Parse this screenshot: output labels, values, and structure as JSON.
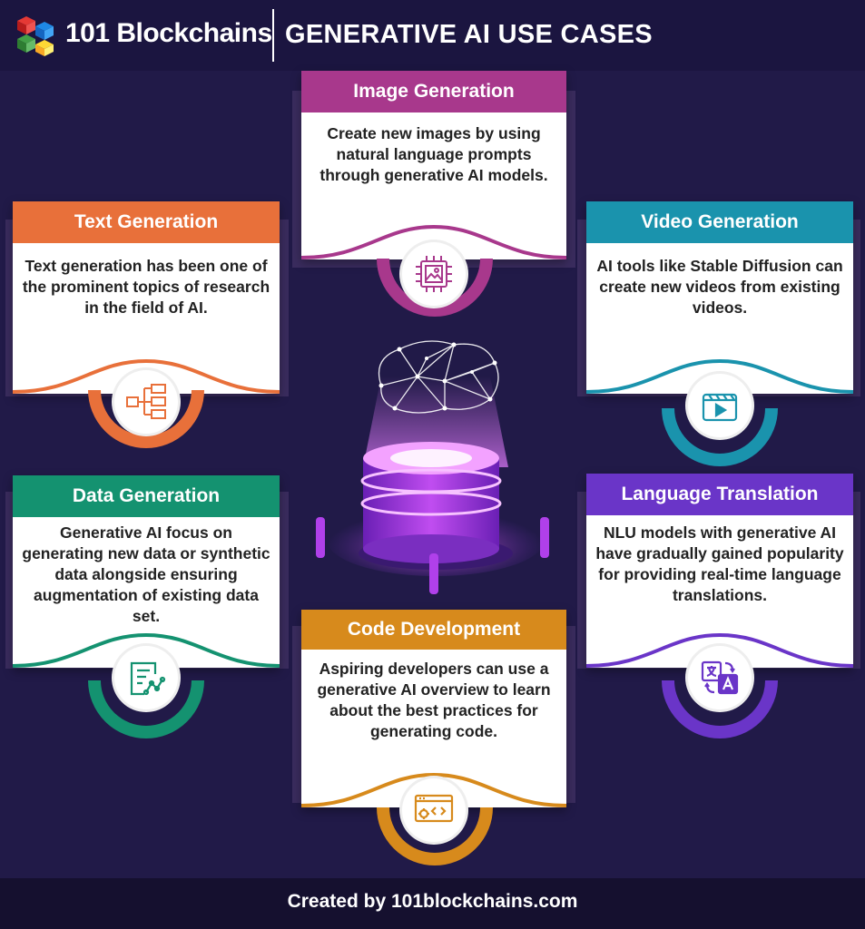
{
  "header": {
    "brand": "101 Blockchains",
    "title": "GENERATIVE AI USE CASES"
  },
  "cards": {
    "image": {
      "title": "Image Generation",
      "desc": "Create new images by using natural language prompts through generative AI models.",
      "color": "#a8388c",
      "icon": "chip-image-icon"
    },
    "text": {
      "title": "Text Generation",
      "desc": "Text generation has been one of the prominent topics of research in the field of AI.",
      "color": "#e8703a",
      "icon": "flowchart-icon"
    },
    "video": {
      "title": "Video Generation",
      "desc": "AI tools like Stable Diffusion can create new videos from existing videos.",
      "color": "#1a93ad",
      "icon": "video-player-icon"
    },
    "data": {
      "title": "Data Generation",
      "desc": "Generative AI focus on generating new data or synthetic data alongside ensuring augmentation of existing data set.",
      "color": "#149270",
      "icon": "document-graph-icon"
    },
    "language": {
      "title": "Language Translation",
      "desc": "NLU models with generative AI have gradually gained popularity for providing real-time language translations.",
      "color": "#6a35c8",
      "icon": "translate-icon"
    },
    "code": {
      "title": "Code Development",
      "desc": "Aspiring developers can use a generative AI overview to learn about the best practices for generating code.",
      "color": "#d78a1c",
      "icon": "code-monitor-icon"
    }
  },
  "footer": {
    "text": "Created by 101blockchains.com"
  }
}
